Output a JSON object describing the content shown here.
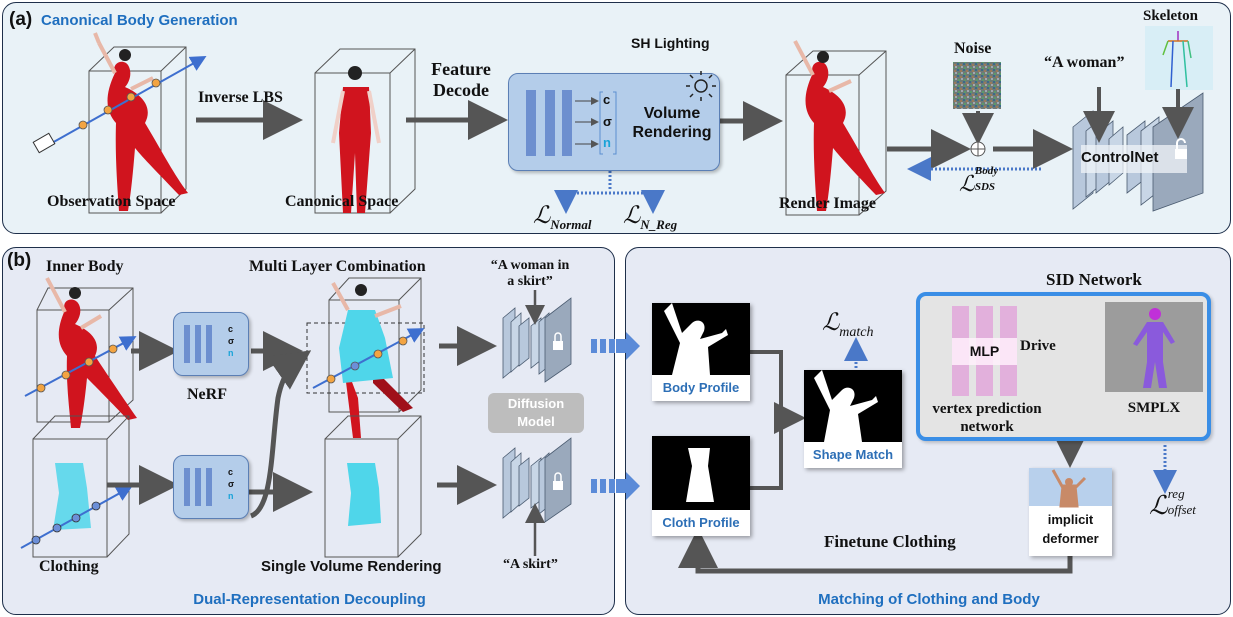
{
  "panel_a": {
    "tag": "(a)",
    "title": "Canonical Body Generation",
    "labels": {
      "observation_space": "Observation Space",
      "canonical_space": "Canonical Space",
      "inverse_lbs": "Inverse LBS",
      "feature_decode_line1": "Feature",
      "feature_decode_line2": "Decode",
      "sh_lighting": "SH Lighting",
      "volume_rendering_line1": "Volume",
      "volume_rendering_line2": "Rendering",
      "render_image": "Render Image",
      "noise": "Noise",
      "prompt": "“A woman”",
      "skeleton": "Skeleton",
      "controlnet": "ControlNet"
    },
    "outputs": [
      "c",
      "σ",
      "n"
    ],
    "losses": {
      "normal": {
        "symbol": "ℒ",
        "sub": "Normal"
      },
      "n_reg": {
        "symbol": "ℒ",
        "sub": "N_Reg"
      },
      "sds": {
        "symbol": "ℒ",
        "sup": "Body",
        "sub": "SDS"
      }
    }
  },
  "panel_b": {
    "tag": "(b)",
    "left": {
      "caption": "Dual-Representation Decoupling",
      "labels": {
        "inner_body": "Inner Body",
        "clothing": "Clothing",
        "nerf": "NeRF",
        "multi_layer": "Multi Layer Combination",
        "single_volume": "Single Volume Rendering",
        "prompt_top_line1": "“A woman in",
        "prompt_top_line2": "a skirt”",
        "prompt_bottom": "“A skirt”",
        "diffusion_line1": "Diffusion",
        "diffusion_line2": "Model"
      },
      "outputs": [
        "c",
        "σ",
        "n"
      ]
    },
    "right": {
      "caption": "Matching of Clothing and Body",
      "labels": {
        "body_profile": "Body Profile",
        "cloth_profile": "Cloth Profile",
        "shape_match": "Shape Match",
        "sid_network": "SID Network",
        "mlp": "MLP",
        "drive": "Drive",
        "vertex_line1": "vertex prediction",
        "vertex_line2": "network",
        "smplx": "SMPLX",
        "implicit_line1": "implicit",
        "implicit_line2": "deformer",
        "finetune": "Finetune Clothing"
      },
      "losses": {
        "match": {
          "symbol": "ℒ",
          "sub": "match"
        },
        "offset": {
          "symbol": "ℒ",
          "sup": "reg",
          "sub": "offset"
        }
      }
    }
  },
  "colors": {
    "accent_blue": "#1f6fbf",
    "arrow_gray": "#555555",
    "mlp_bar": "#6d8fcf",
    "sid_border": "#3a8ee6",
    "dress_red": "#d0141e",
    "cloth_cyan": "#4fd6ea"
  }
}
